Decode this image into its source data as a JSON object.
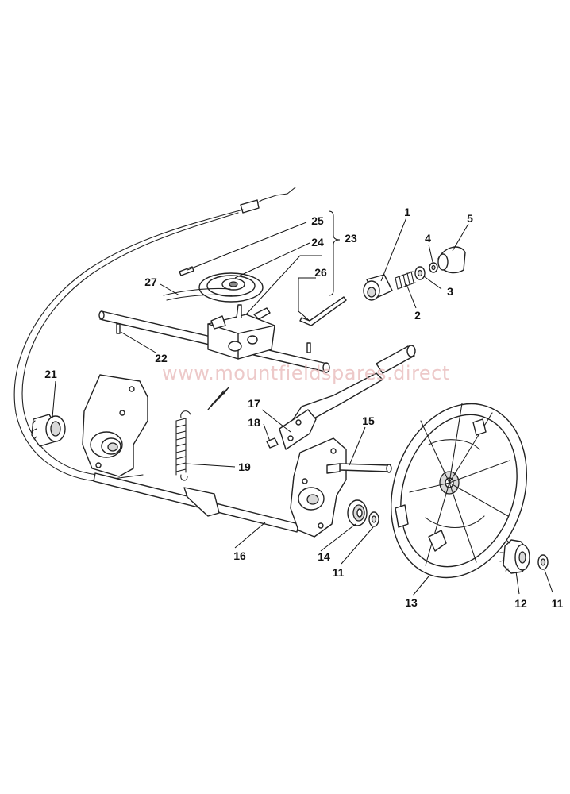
{
  "diagram": {
    "watermark": "www.mountfieldspares.direct",
    "callouts": [
      {
        "id": "c1",
        "label": "1"
      },
      {
        "id": "c2",
        "label": "2"
      },
      {
        "id": "c3",
        "label": "3"
      },
      {
        "id": "c4",
        "label": "4"
      },
      {
        "id": "c5",
        "label": "5"
      },
      {
        "id": "c11a",
        "label": "11"
      },
      {
        "id": "c11b",
        "label": "11"
      },
      {
        "id": "c12",
        "label": "12"
      },
      {
        "id": "c13",
        "label": "13"
      },
      {
        "id": "c14",
        "label": "14"
      },
      {
        "id": "c15",
        "label": "15"
      },
      {
        "id": "c16",
        "label": "16"
      },
      {
        "id": "c17",
        "label": "17"
      },
      {
        "id": "c18",
        "label": "18"
      },
      {
        "id": "c19",
        "label": "19"
      },
      {
        "id": "c21",
        "label": "21"
      },
      {
        "id": "c22",
        "label": "22"
      },
      {
        "id": "c23",
        "label": "23"
      },
      {
        "id": "c24",
        "label": "24"
      },
      {
        "id": "c25",
        "label": "25"
      },
      {
        "id": "c26",
        "label": "26"
      },
      {
        "id": "c27",
        "label": "27"
      }
    ]
  }
}
